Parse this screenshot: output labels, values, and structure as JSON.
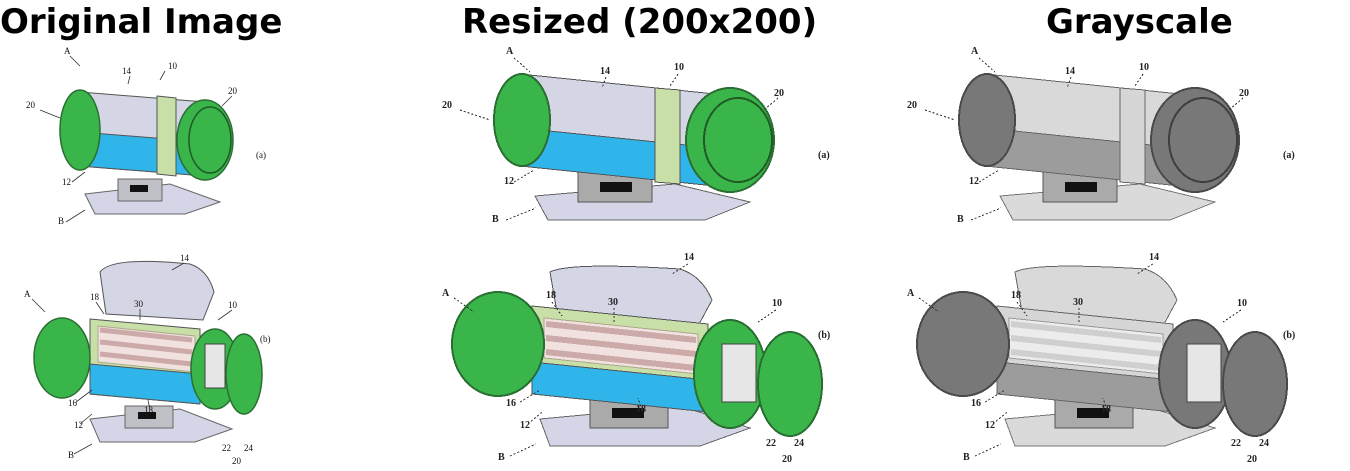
{
  "headings": {
    "original": "Original Image",
    "resized": "Resized (200x200)",
    "grayscale": "Grayscale"
  },
  "figure_labels": {
    "fig_a_caption": "(a)",
    "fig_b_caption": "(b)",
    "a": "A",
    "b": "B",
    "n10": "10",
    "n12": "12",
    "n14": "14",
    "n16": "16",
    "n18": "18",
    "n20": "20",
    "n22": "22",
    "n24": "24",
    "n30": "30"
  },
  "colors": {
    "cap_green": "#39b54a",
    "body_lavender": "#d4d6e6",
    "base_blue": "#2fb5ea",
    "ring_pale_green": "#c9dfa8",
    "pedestal_gray": "#d0d1dc",
    "cap_gray": "#787878",
    "body_gray": "#d9d9d9",
    "base_gray": "#9c9c9c"
  },
  "icons": [
    "capsule-device-icon",
    "opened-capsule-device-icon"
  ]
}
